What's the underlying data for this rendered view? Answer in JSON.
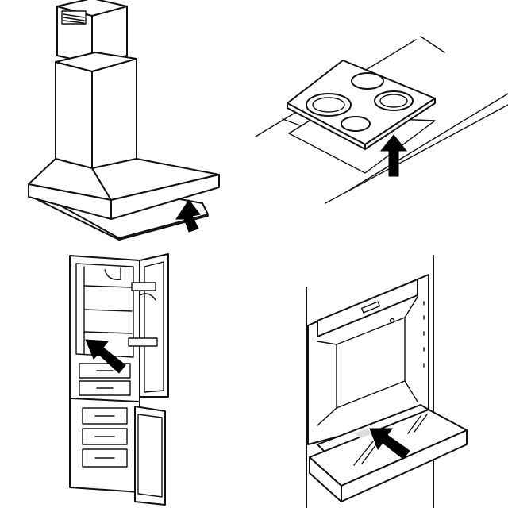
{
  "figure": {
    "panels": [
      {
        "appliance": "chimney-hood",
        "marker": "arrow-icon"
      },
      {
        "appliance": "cooktop",
        "marker": "arrow-icon"
      },
      {
        "appliance": "fridge-freezer",
        "marker": "arrow-icon"
      },
      {
        "appliance": "oven",
        "marker": "arrow-icon"
      }
    ],
    "colors": {
      "line": "#111111",
      "background": "#ffffff",
      "arrow": "#000000",
      "highlight": "#dcdcdc"
    }
  }
}
